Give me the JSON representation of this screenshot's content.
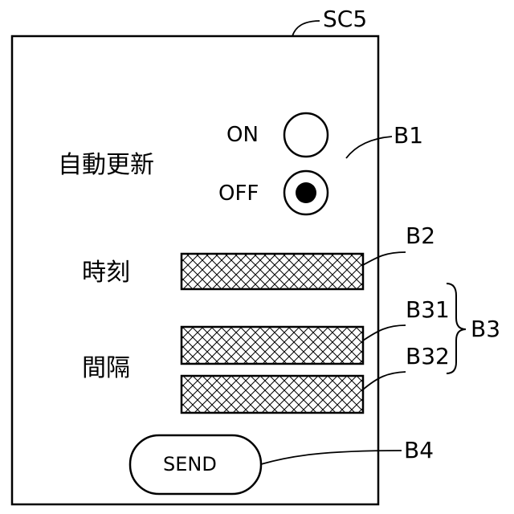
{
  "screen": {
    "ref_label": "SC5",
    "auto_update": {
      "label": "自動更新",
      "ref": "B1",
      "on": {
        "label": "ON",
        "selected": false
      },
      "off": {
        "label": "OFF",
        "selected": true
      }
    },
    "time": {
      "label": "時刻",
      "ref": "B2"
    },
    "interval": {
      "label": "間隔",
      "group_ref": "B3",
      "field1_ref": "B31",
      "field2_ref": "B32"
    },
    "send": {
      "label": "SEND",
      "ref": "B4"
    }
  }
}
